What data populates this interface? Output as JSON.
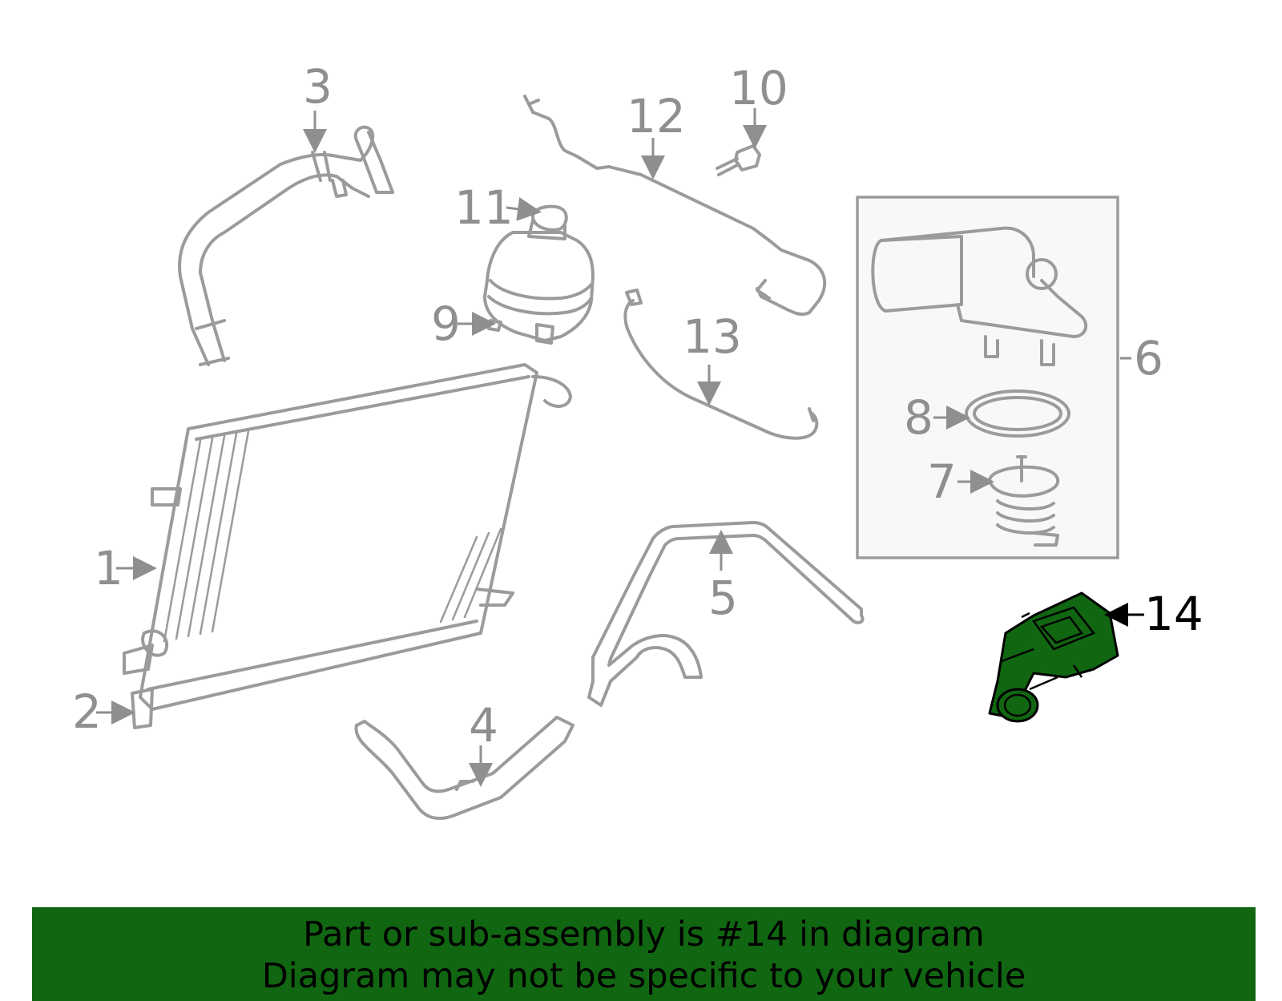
{
  "colors": {
    "part_gray": "#9b9b9b",
    "highlight_fill": "#116611",
    "banner_bg": "#116611",
    "text": "#000000"
  },
  "callouts": [
    {
      "id": "1",
      "label": "1"
    },
    {
      "id": "2",
      "label": "2"
    },
    {
      "id": "3",
      "label": "3"
    },
    {
      "id": "4",
      "label": "4"
    },
    {
      "id": "5",
      "label": "5"
    },
    {
      "id": "6",
      "label": "6"
    },
    {
      "id": "7",
      "label": "7"
    },
    {
      "id": "8",
      "label": "8"
    },
    {
      "id": "9",
      "label": "9"
    },
    {
      "id": "10",
      "label": "10"
    },
    {
      "id": "11",
      "label": "11"
    },
    {
      "id": "12",
      "label": "12"
    },
    {
      "id": "13",
      "label": "13"
    },
    {
      "id": "14",
      "label": "14",
      "highlighted": true
    }
  ],
  "banner": {
    "line1": "Part or sub-assembly is #14 in diagram",
    "line2": "Diagram may not be specific to your vehicle"
  }
}
